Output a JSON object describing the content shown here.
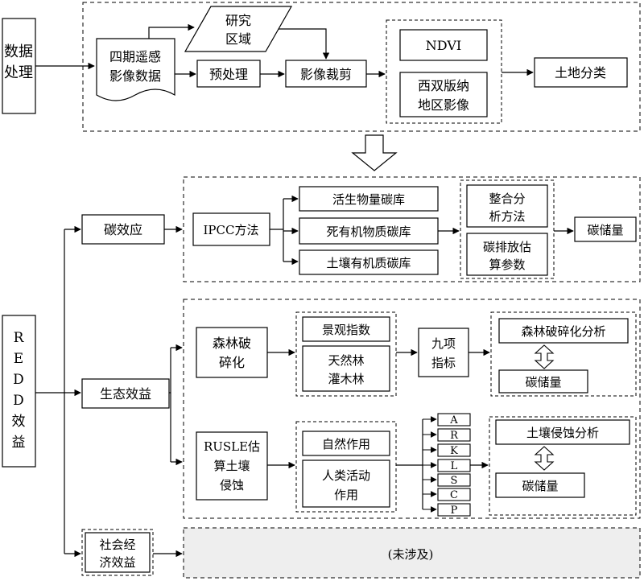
{
  "diagram": {
    "section1": {
      "label_line1": "数据",
      "label_line2": "处理",
      "source_line1": "四期遥感",
      "source_line2": "影像数据",
      "study_area_line1": "研究",
      "study_area_line2": "区域",
      "preprocess": "预处理",
      "clip": "影像裁剪",
      "ndvi": "NDVI",
      "region_image_line1": "西双版纳",
      "region_image_line2": "地区影像",
      "land_class": "土地分类"
    },
    "redd": {
      "label": [
        "R",
        "E",
        "D",
        "D",
        "效",
        "益"
      ]
    },
    "carbon": {
      "label": "碳效应",
      "ipcc": "IPCC方法",
      "pool_living": "活生物量碳库",
      "pool_dead": "死有机物质碳库",
      "pool_soil": "土壤有机质碳库",
      "integrate_line1": "整合分",
      "integrate_line2": "析方法",
      "estimate_line1": "碳排放估",
      "estimate_line2": "算参数",
      "storage": "碳储量"
    },
    "eco": {
      "label": "生态效益",
      "frag_line1": "森林破",
      "frag_line2": "碎化",
      "landscape_index": "景观指数",
      "natural_line1": "天然林",
      "natural_line2": "灌木林",
      "nine_line1": "九项",
      "nine_line2": "指标",
      "frag_analysis": "森林破碎化分析",
      "storage1": "碳储量",
      "rusle_line1": "RUSLE估",
      "rusle_line2": "算土壤",
      "rusle_line3": "侵蚀",
      "natural_action": "自然作用",
      "human_line1": "人类活动",
      "human_line2": "作用",
      "factors": [
        "A",
        "R",
        "K",
        "L",
        "S",
        "C",
        "P"
      ],
      "soil_analysis": "土壤侵蚀分析",
      "storage2": "碳储量"
    },
    "social": {
      "label_line1": "社会经",
      "label_line2": "济效益",
      "not_covered": "(未涉及)"
    }
  }
}
